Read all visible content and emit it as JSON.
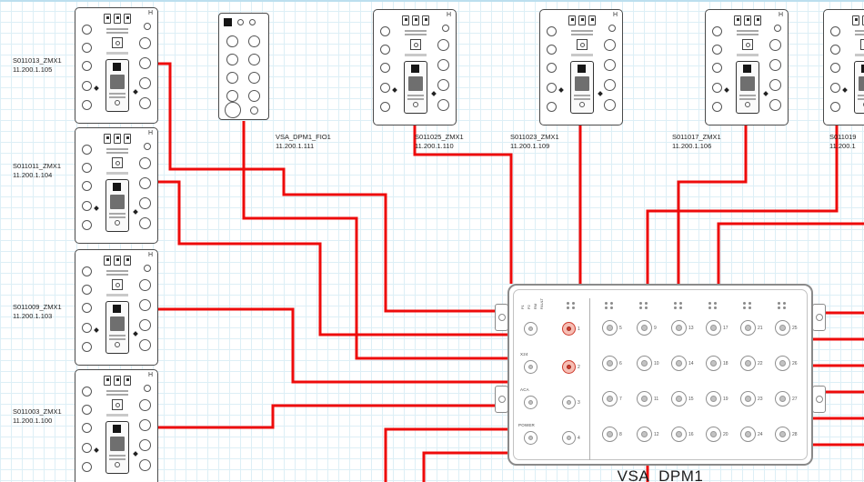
{
  "zmx": {
    "corner_label": "H"
  },
  "devices": [
    {
      "name": "S011013_ZMX1",
      "ip": "11.200.1.105"
    },
    {
      "name": "S011011_ZMX1",
      "ip": "11.200.1.104"
    },
    {
      "name": "S011009_ZMX1",
      "ip": "11.200.1.103"
    },
    {
      "name": "S011003_ZMX1",
      "ip": "11.200.1.100"
    },
    {
      "name": "VSA_DPM1_FIO1",
      "ip": "11.200.1.111"
    },
    {
      "name": "S011025_ZMX1",
      "ip": "11.200.1.110"
    },
    {
      "name": "S011023_ZMX1",
      "ip": "11.200.1.109"
    },
    {
      "name": "S011017_ZMX1",
      "ip": "11.200.1.106"
    },
    {
      "name": "S011019",
      "ip": "11.200.1"
    }
  ],
  "central": {
    "title": "VSA_DPM1",
    "port_labels": [
      "X24",
      "ACA",
      "POWER"
    ],
    "status_labels": [
      "P1",
      "P2",
      "RM",
      "FAULT"
    ],
    "left_port_numbers": [
      "1",
      "2",
      "3",
      "4"
    ],
    "grid_port_numbers": [
      [
        "5",
        "6",
        "7",
        "8"
      ],
      [
        "9",
        "10",
        "11",
        "12"
      ],
      [
        "13",
        "14",
        "15",
        "16"
      ],
      [
        "17",
        "18",
        "19",
        "20"
      ],
      [
        "21",
        "22",
        "23",
        "24"
      ],
      [
        "25",
        "26",
        "27",
        "28"
      ]
    ]
  },
  "colors": {
    "cable": "#ee0b0b",
    "hot_port": "#cd3a2c",
    "grid_line": "#ddeff6"
  }
}
